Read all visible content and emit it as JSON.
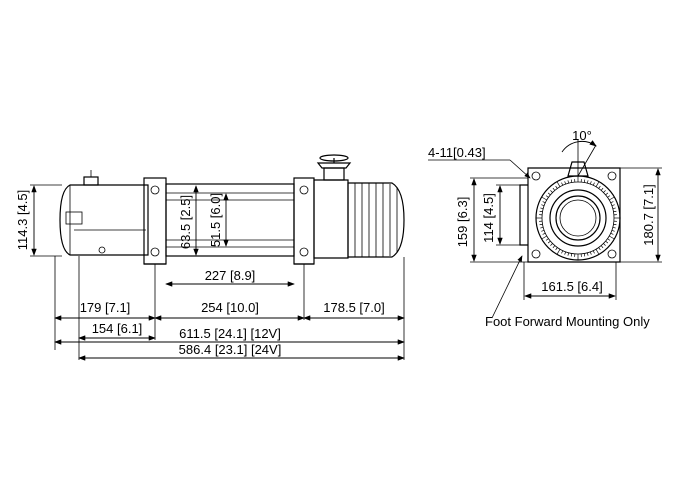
{
  "dimensions": {
    "height_total": "114.3 [4.5]",
    "drum_dia_outer": "63.5 [2.5]",
    "drum_dia_inner": "51.5 [6.0]",
    "drum_length": "227 [8.9]",
    "motor_length": "179 [7.1]",
    "motor_length_24v": "154 [6.1]",
    "drum_section": "254 [10.0]",
    "gearbox_length": "178.5 [7.0]",
    "total_12v": "611.5 [24.1] [12V]",
    "total_24v": "586.4 [23.1] [24V]",
    "bolt_spec": "4-11[0.43]",
    "angle": "10°",
    "end_height_159": "159 [6.3]",
    "end_height_114": "114 [4.5]",
    "end_height_180": "180.7 [7.1]",
    "end_width": "161.5 [6.4]",
    "mounting_note": "Foot Forward Mounting Only"
  }
}
